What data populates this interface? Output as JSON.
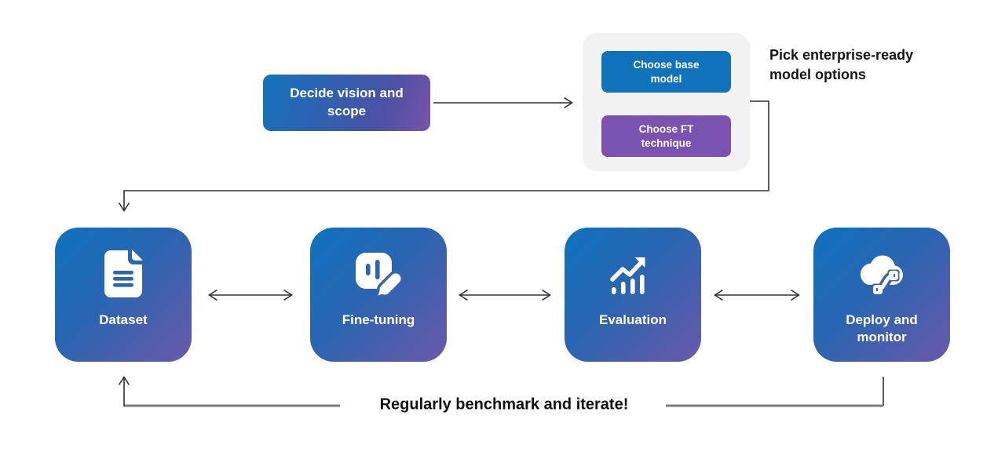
{
  "palette": {
    "blue": "#1072BB",
    "purple": "#7B52B0",
    "card_gradient_start": "#0E72BE",
    "card_gradient_end": "#6B58A9",
    "panel_bg": "#F2F2F2",
    "connector_dark": "#303030",
    "connector_gray": "#7F7F7F",
    "text_dark": "#151515",
    "text_white": "#FFFFFF"
  },
  "flow": {
    "start_box": {
      "label": "Decide vision and scope"
    },
    "options_panel": {
      "caption": "Pick enterprise-ready model options",
      "buttons": [
        {
          "label": "Choose base model",
          "color": "#1072BB"
        },
        {
          "label": "Choose FT technique",
          "color": "#7B52B0"
        }
      ]
    },
    "stages": [
      {
        "label": "Dataset",
        "icon": "document-icon"
      },
      {
        "label": "Fine-tuning",
        "icon": "chart-pencil-icon"
      },
      {
        "label": "Evaluation",
        "icon": "trending-chart-icon"
      },
      {
        "label": "Deploy and monitor",
        "icon": "cloud-pipeline-icon"
      }
    ],
    "loop_note": "Regularly benchmark and iterate!"
  }
}
